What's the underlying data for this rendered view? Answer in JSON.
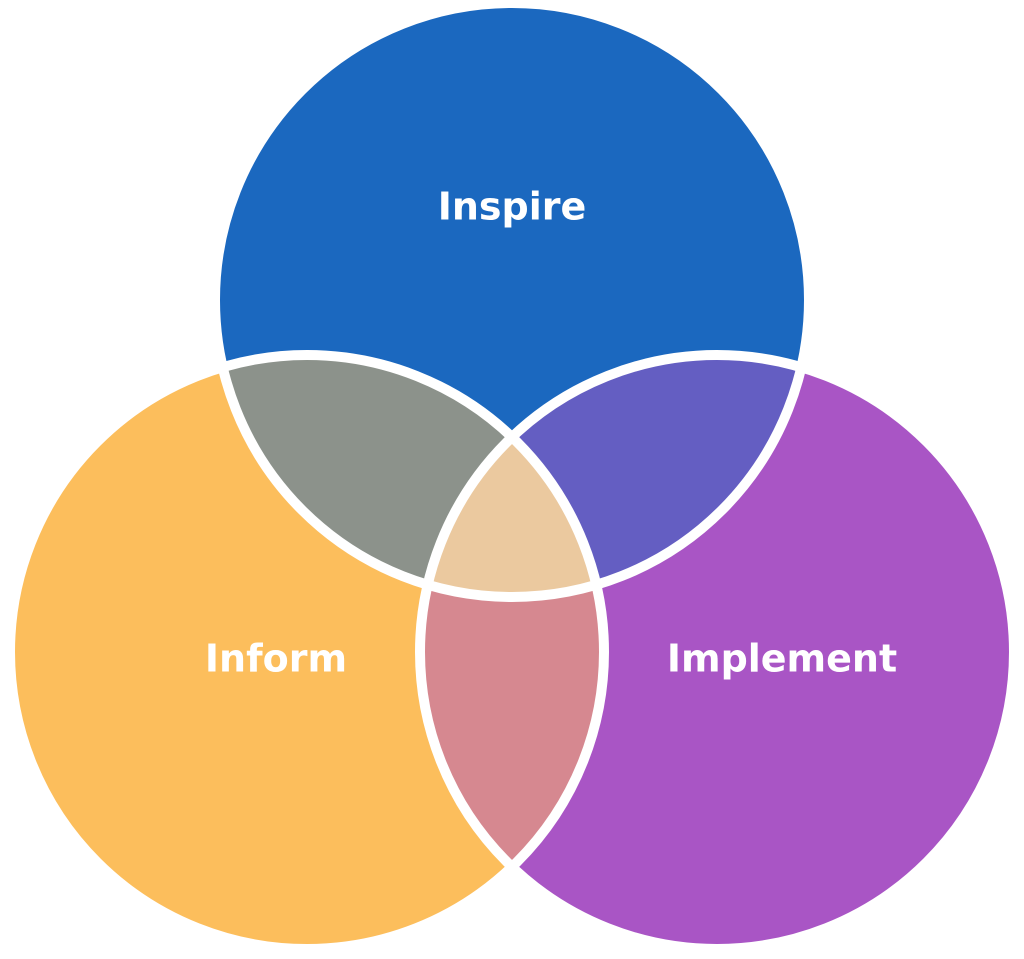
{
  "diagram": {
    "type": "venn",
    "circles": [
      {
        "id": "inspire",
        "label": "Inspire",
        "color": "#1b68bf"
      },
      {
        "id": "inform",
        "label": "Inform",
        "color": "#fcbe5c"
      },
      {
        "id": "implement",
        "label": "Implement",
        "color": "#a955c5"
      }
    ],
    "overlaps": {
      "inspire_inform": {
        "color": "#8c928b"
      },
      "inspire_implement": {
        "color": "#645ec2"
      },
      "inform_implement": {
        "color": "#d68890"
      },
      "all_three": {
        "color": "#ebc99f"
      }
    },
    "stroke_color": "#ffffff"
  }
}
